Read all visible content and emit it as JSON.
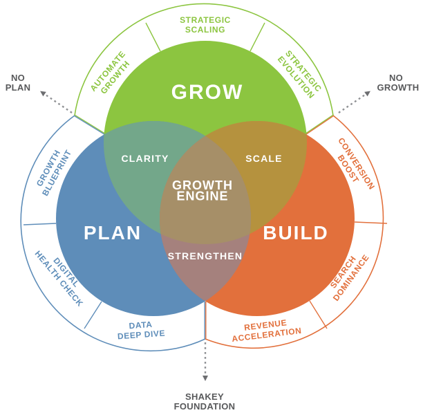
{
  "colors": {
    "grow": "#8cc540",
    "plan": "#5e8db9",
    "build": "#e2703c",
    "grow_plan": "#73a78a",
    "grow_build": "#b5923e",
    "plan_build": "#a5817d",
    "triple": "#a68f68",
    "callout_text": "#58595b",
    "arrow_dash": "#909295",
    "arrow_head": "#6d6e71"
  },
  "venn": {
    "circles": {
      "grow": {
        "label": "GROW"
      },
      "plan": {
        "label": "PLAN"
      },
      "build": {
        "label": "BUILD"
      }
    },
    "overlaps": {
      "grow_plan": {
        "label": "CLARITY"
      },
      "grow_build": {
        "label": "SCALE"
      },
      "plan_build": {
        "label": "STRENGTHEN"
      },
      "center": {
        "line1": "GROWTH",
        "line2": "ENGINE"
      }
    }
  },
  "ring": {
    "grow": [
      {
        "line1": "AUTOMATE",
        "line2": "GROWTH"
      },
      {
        "line1": "STRATEGIC",
        "line2": "SCALING"
      },
      {
        "line1": "STRATEGIC",
        "line2": "EVOLUTION"
      }
    ],
    "plan": [
      {
        "line1": "GROWTH",
        "line2": "BLUEPRINT"
      },
      {
        "line1": "DIGITAL",
        "line2": "HEALTH CHECK"
      },
      {
        "line1": "DATA",
        "line2": "DEEP DIVE"
      }
    ],
    "build": [
      {
        "line1": "CONVERSION",
        "line2": "BOOST"
      },
      {
        "line1": "SEARCH",
        "line2": "DOMINANCE"
      },
      {
        "line1": "REVENUE",
        "line2": "ACCELERATION"
      }
    ]
  },
  "callouts": {
    "no_plan": {
      "line1": "NO",
      "line2": "PLAN"
    },
    "no_growth": {
      "line1": "NO",
      "line2": "GROWTH"
    },
    "shakey_foundation": {
      "line1": "SHAKEY",
      "line2": "FOUNDATION"
    }
  }
}
